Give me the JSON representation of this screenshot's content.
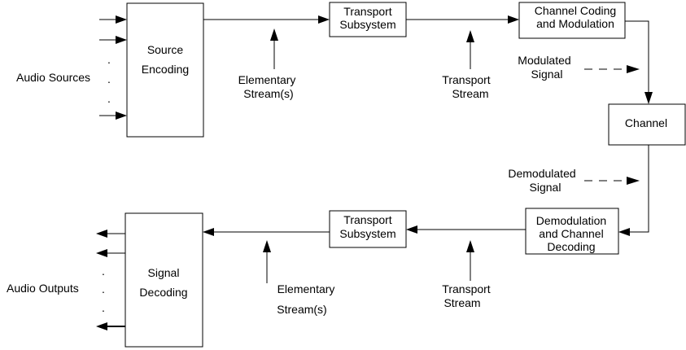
{
  "labels": {
    "audio_sources": "Audio Sources",
    "audio_outputs": "Audio Outputs",
    "source_encoding": [
      "Source",
      "Encoding"
    ],
    "signal_decoding": [
      "Signal",
      "Decoding"
    ],
    "transport_subsystem_top": [
      "Transport",
      "Subsystem"
    ],
    "transport_subsystem_bottom": [
      "Transport",
      "Subsystem"
    ],
    "channel_coding": [
      "Channel Coding",
      "and Modulation"
    ],
    "channel": "Channel",
    "demodulation": [
      "Demodulation",
      "and Channel",
      "Decoding"
    ],
    "elementary_stream_top": [
      "Elementary",
      "Stream(s)"
    ],
    "elementary_stream_bottom": [
      "Elementary",
      "Stream(s)"
    ],
    "transport_stream_top": [
      "Transport",
      "Stream"
    ],
    "transport_stream_bottom": [
      "Transport",
      "Stream"
    ],
    "modulated_signal": [
      "Modulated",
      "Signal"
    ],
    "demodulated_signal": [
      "Demodulated",
      "Signal"
    ],
    "dot": "."
  }
}
